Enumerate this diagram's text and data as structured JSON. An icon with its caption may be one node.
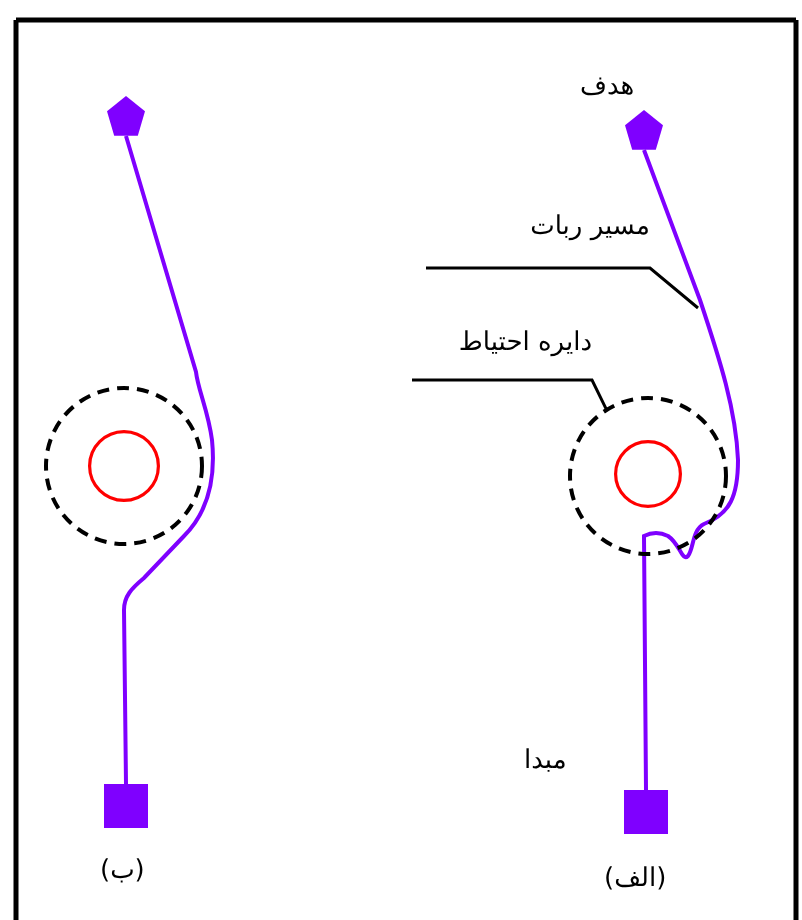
{
  "diagram": {
    "nodes": [
      {
        "text": [],
        "shape": "pentagon"
      },
      {
        "text": [],
        "shape": "pentagon",
        "beside": [
          "هدف"
        ]
      },
      {
        "text": [
          "مسیر ربات"
        ]
      },
      {
        "text": [
          "دایره احتیاط"
        ]
      },
      {
        "text": [],
        "shape": "circle"
      },
      {
        "text": [],
        "shape": "circle",
        "in": 4
      },
      {
        "text": [],
        "shape": "circle"
      },
      {
        "text": [],
        "shape": "circle",
        "in": 6
      },
      {
        "text": [],
        "shape": "box"
      },
      {
        "text": [],
        "shape": "box",
        "beside": [
          "مبدا"
        ]
      }
    ],
    "edges": [
      {
        "from": 8,
        "to": 0,
        "arrow": "none"
      },
      {
        "from": 9,
        "to": 1,
        "arrow": "none"
      },
      {
        "from": 2,
        "to": null,
        "arrow": "none",
        "color": "#000000"
      },
      {
        "from": 3,
        "to": 6,
        "arrow": "none",
        "color": "#000000"
      }
    ],
    "labels": [
      "(ب)",
      "(الف)"
    ]
  }
}
